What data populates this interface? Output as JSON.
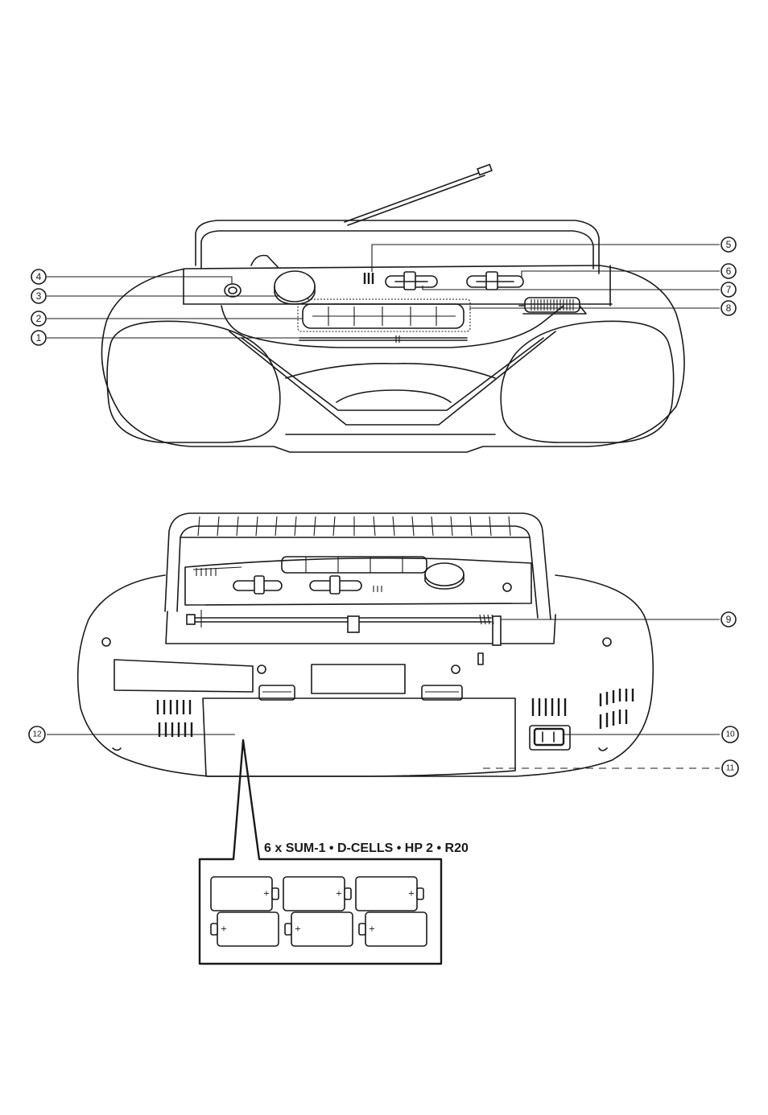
{
  "diagram": {
    "front_view_callouts": [
      "5",
      "6",
      "7",
      "8",
      "4",
      "3",
      "2",
      "1"
    ],
    "rear_view_callouts": [
      "9",
      "10",
      "11",
      "12"
    ],
    "battery_caption": "6 x SUM-1 • D-CELLS • HP 2 • R20",
    "battery_plus_symbol": "+",
    "battery_count": 6,
    "line_color": "#1a1a1a",
    "background_color": "#ffffff"
  }
}
